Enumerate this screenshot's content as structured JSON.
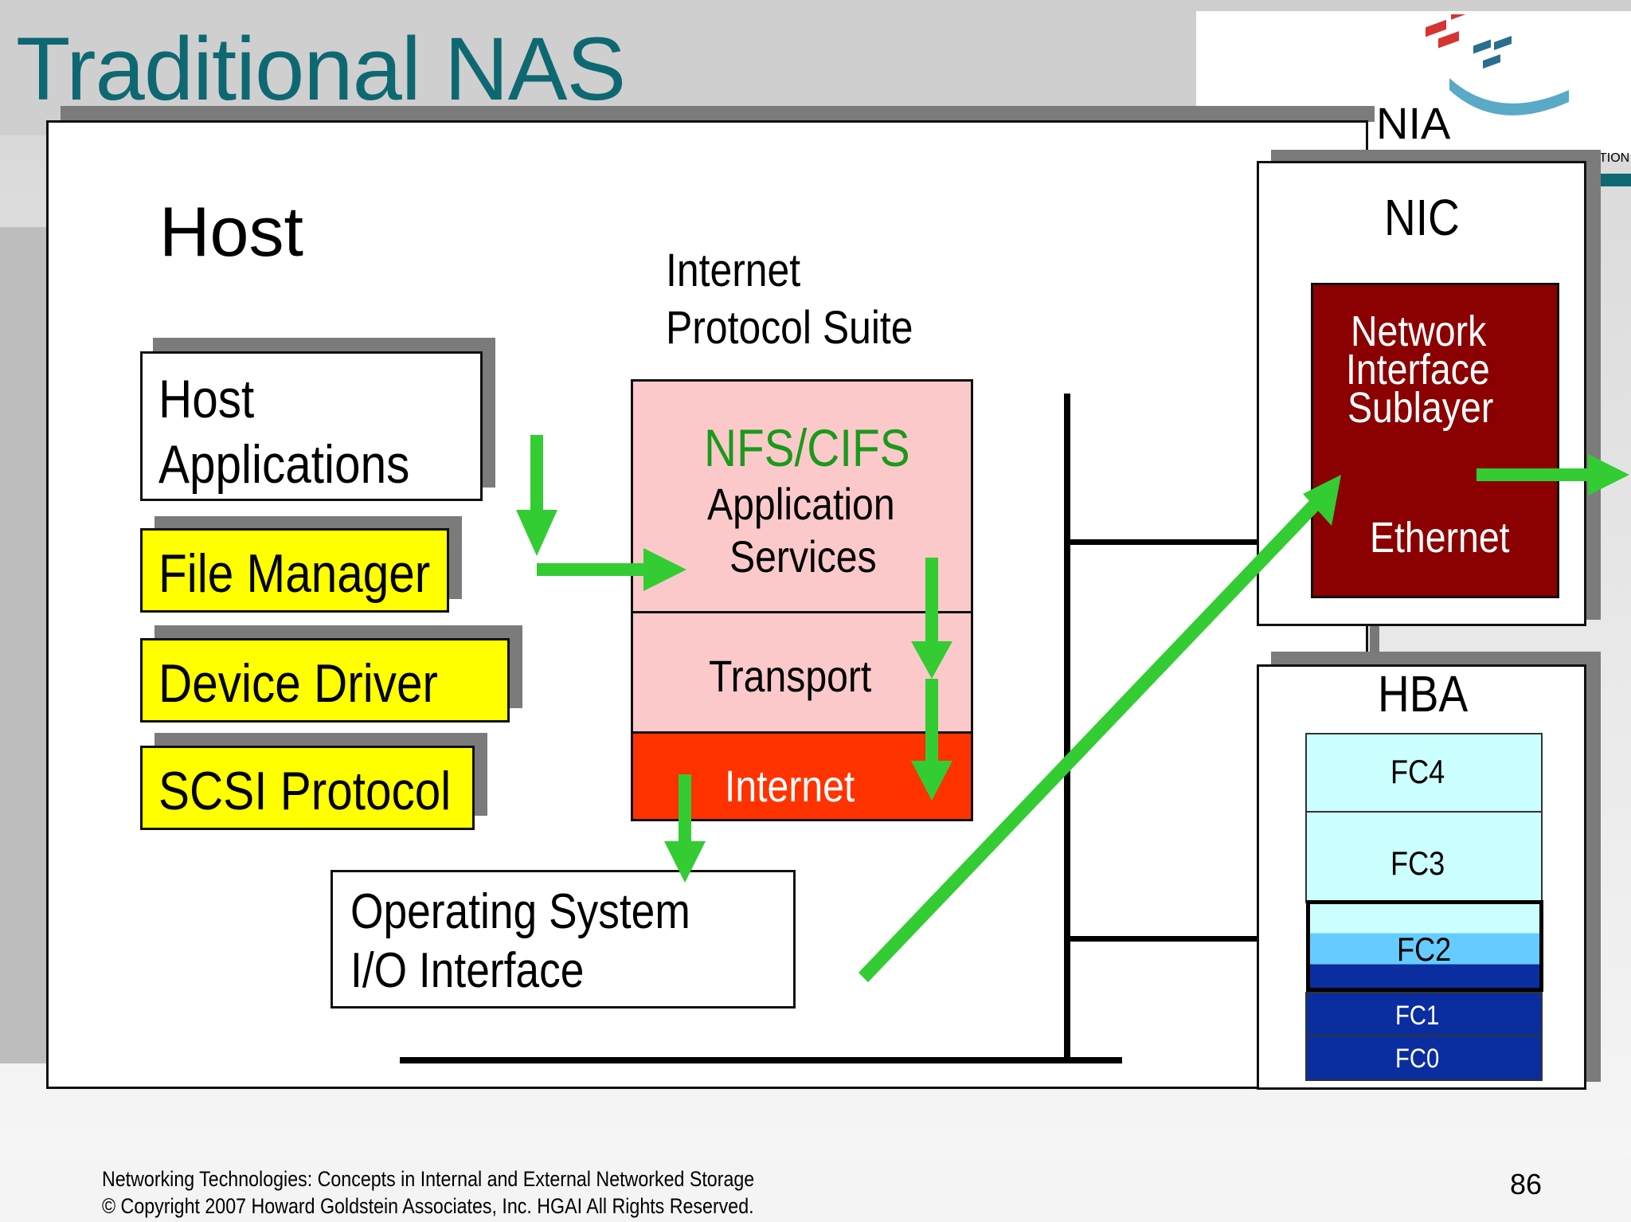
{
  "slide": {
    "title": "Traditional NAS",
    "page_number": "86",
    "footer_line1": "Networking Technologies: Concepts in Internal and External Networked Storage",
    "footer_line2": "© Copyright 2007 Howard Goldstein Associates, Inc. HGAI All Rights Reserved.",
    "logo_text": "NIA",
    "logo_subtext": "TION"
  },
  "host": {
    "label": "Host",
    "layers": [
      {
        "line1": "Host",
        "line2": "Applications",
        "color": "#ffffff"
      },
      {
        "line1": "File Manager",
        "color": "#ffff00"
      },
      {
        "line1": "Device Driver",
        "color": "#ffff00"
      },
      {
        "line1": "SCSI Protocol",
        "color": "#ffff00"
      }
    ],
    "os_interface": {
      "line1": "Operating System",
      "line2": "I/O Interface"
    }
  },
  "protocol_suite": {
    "heading_line1": "Internet",
    "heading_line2": "Protocol Suite",
    "app_top": "NFS/CIFS",
    "app_top_color": "#1a9a1a",
    "app_line2": "Application",
    "app_line3": "Services",
    "transport": "Transport",
    "internet": "Internet",
    "pink_color": "#fcc9cb",
    "internet_color": "#ff3300"
  },
  "nic": {
    "label": "NIC",
    "sublayer_line1": "Network",
    "sublayer_line2": "Interface",
    "sublayer_line3": "Sublayer",
    "ethernet": "Ethernet",
    "color": "#8b0000"
  },
  "hba": {
    "label": "HBA",
    "layers": [
      "FC4",
      "FC3",
      "FC2",
      "FC1",
      "FC0"
    ],
    "light_color": "#ccffff",
    "mid_color": "#66ccff",
    "dark_color": "#0a2ea0"
  },
  "arrow_color": "#33cc33"
}
